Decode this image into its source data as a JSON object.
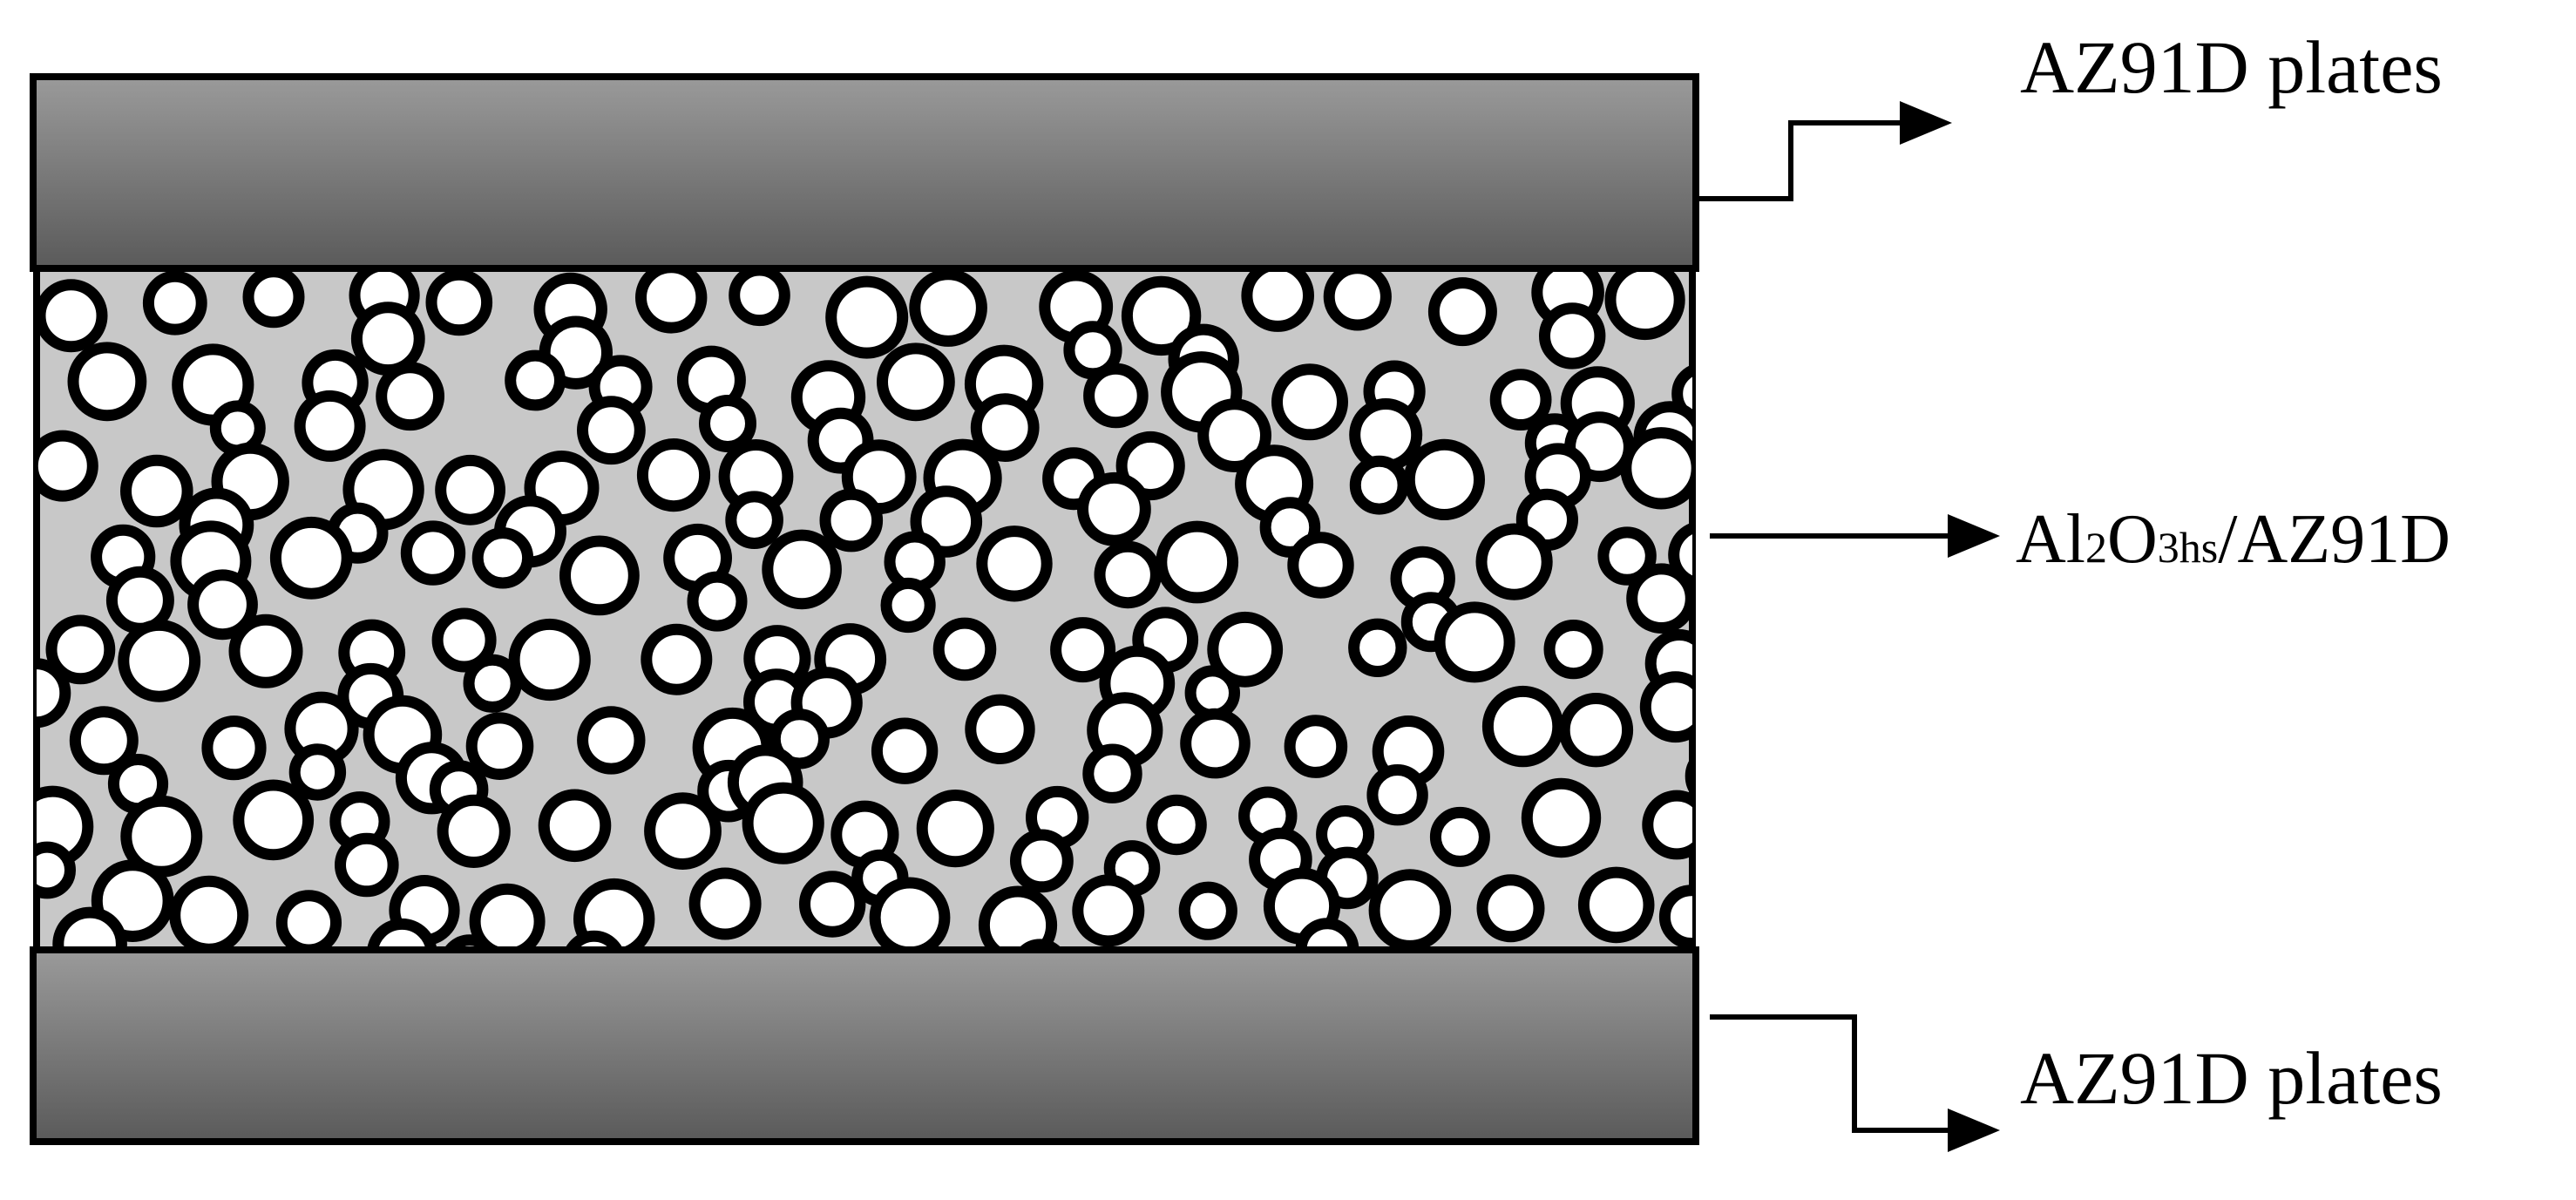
{
  "labels": {
    "top_plate": "AZ91D plates",
    "composite_main_1": "Al",
    "composite_sub_1": "2",
    "composite_main_2": "O",
    "composite_sub_2": "3hs",
    "composite_main_3": "/AZ91D",
    "bottom_plate": "AZ91D plates"
  },
  "colors": {
    "plate_dark": "#5a5a5a",
    "plate_light": "#9a9a9a",
    "matrix_fill": "#c8c8c8",
    "particle_fill": "#ffffff",
    "outline": "#000000"
  },
  "icons": {
    "particle": "hollow-sphere-icon",
    "arrow": "arrow-right-icon"
  }
}
